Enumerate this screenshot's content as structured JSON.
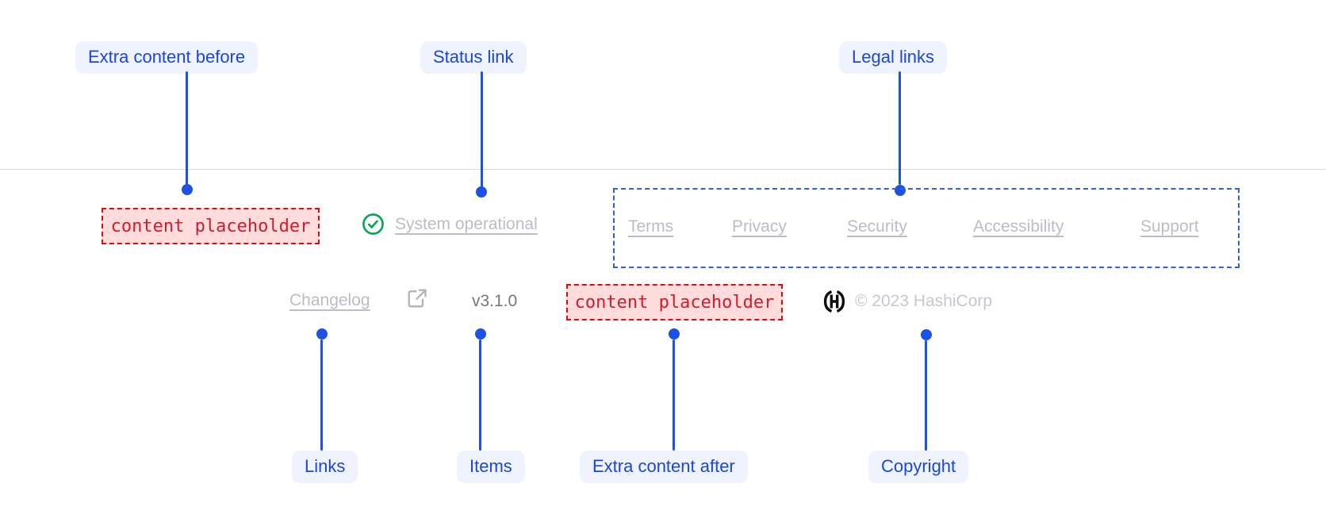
{
  "diagram": {
    "annotations_top": [
      {
        "label": "Extra content before"
      },
      {
        "label": "Status link"
      },
      {
        "label": "Legal links"
      }
    ],
    "annotations_bottom": [
      {
        "label": "Links"
      },
      {
        "label": "Items"
      },
      {
        "label": "Extra content after"
      },
      {
        "label": "Copyright"
      }
    ]
  },
  "footer": {
    "extra_content_before": "content placeholder",
    "status_link": {
      "label": "System operational",
      "icon": "check-circle-icon"
    },
    "legal_links": [
      "Terms",
      "Privacy",
      "Security",
      "Accessibility",
      "Support"
    ],
    "changelog": {
      "label": "Changelog",
      "icon": "external-link-icon"
    },
    "version": "v3.1.0",
    "extra_content_after": "content placeholder",
    "copyright": {
      "text": "© 2023 HashiCorp",
      "logo": "hashicorp-logo"
    }
  },
  "colors": {
    "annotation_blue": "#1b46db",
    "annotation_pill_bg": "#eef3fe",
    "connector_blue": "#1d51e2",
    "placeholder_red": "#cf1d2e",
    "placeholder_bg": "#ffdbdb",
    "placeholder_border": "#e30b0b",
    "legal_outline_blue": "#2e5fe8",
    "success_green": "#00aa54",
    "link_gray": "#babcca",
    "version_gray": "#75767f",
    "copyright_gray": "#c6c7d1",
    "divider_gray": "#d7d9e0",
    "logo_black": "#0d0e12"
  }
}
